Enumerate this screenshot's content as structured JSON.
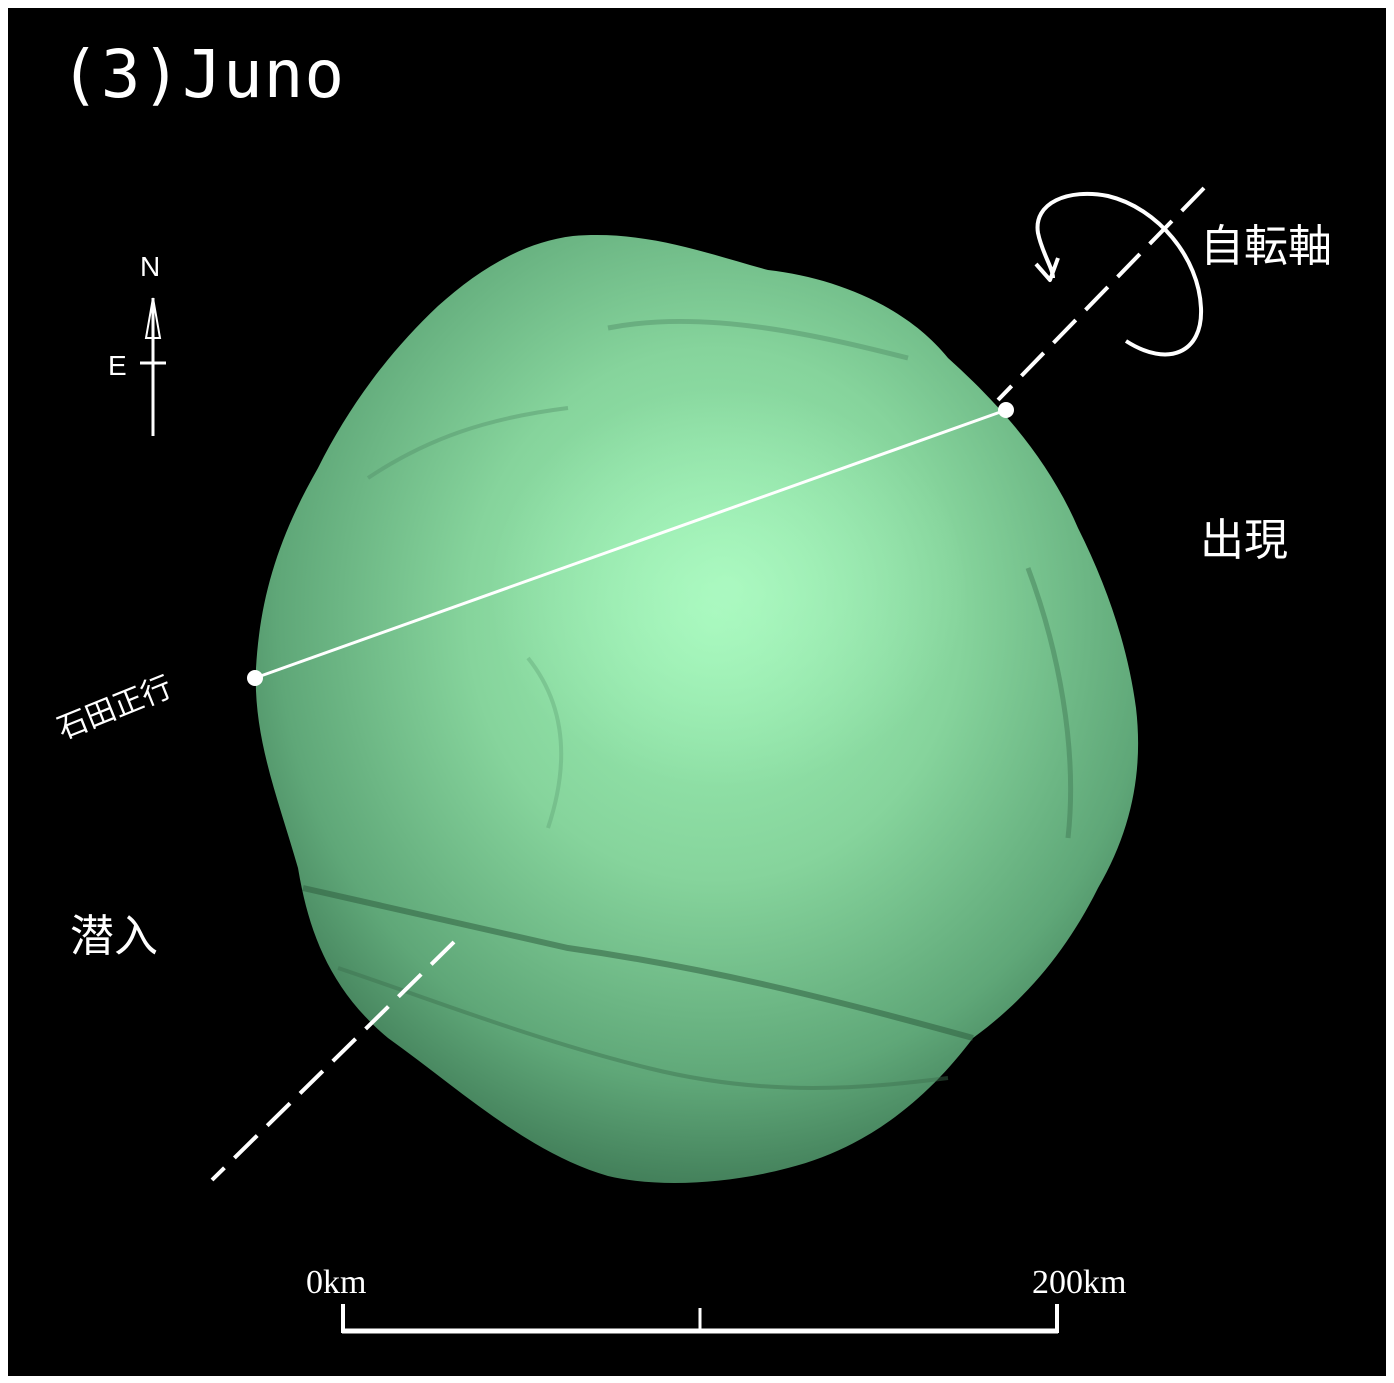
{
  "title": "(3)Juno",
  "labels": {
    "rotation_axis": "自転軸",
    "reappearance": "出現",
    "disappearance": "潜入",
    "observer": "石田正行",
    "north": "N",
    "east": "E"
  },
  "scale_bar": {
    "start_label": "0km",
    "end_label": "200km"
  },
  "colors": {
    "background": "#000000",
    "asteroid": "#8fd8a5",
    "foreground": "#ffffff"
  },
  "icons": {
    "rotation": "rotation-arrow-icon",
    "compass": "compass-icon"
  }
}
